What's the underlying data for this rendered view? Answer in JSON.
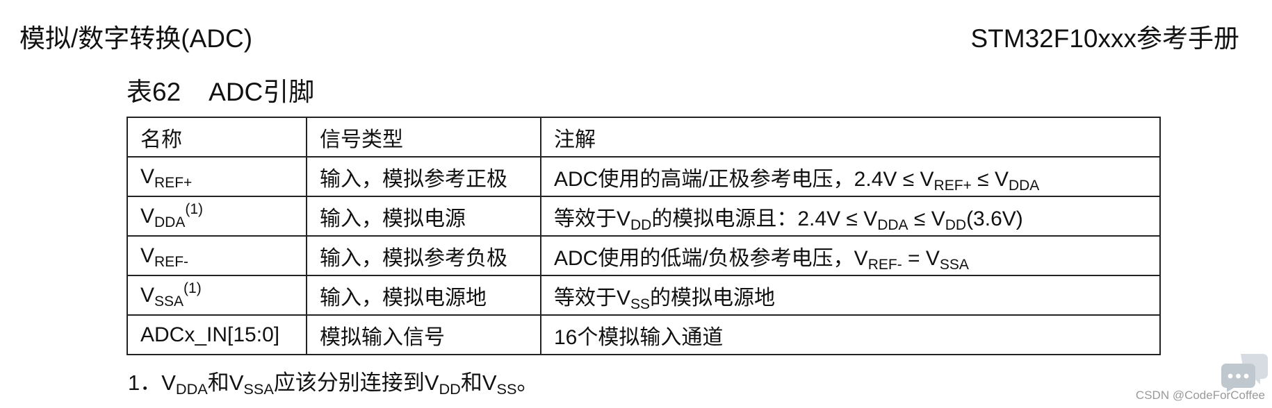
{
  "header": {
    "left_title": "模拟/数字转换(ADC)",
    "right_title": "STM32F10xxx参考手册"
  },
  "table_caption": {
    "number": "表62",
    "title": "ADC引脚"
  },
  "table": {
    "headers": [
      "名称",
      "信号类型",
      "注解"
    ],
    "rows": [
      {
        "name": {
          "base": "V",
          "sub": "REF+",
          "sup": ""
        },
        "type": "输入，模拟参考正极",
        "note": {
          "t1": "ADC使用的高端/正极参考电压，2.4V ≤ V",
          "s1": "REF+",
          "t2": " ≤ V",
          "s2": "DDA",
          "t3": ""
        }
      },
      {
        "name": {
          "base": "V",
          "sub": "DDA",
          "sup": "(1)"
        },
        "type": "输入，模拟电源",
        "note": {
          "t1": "等效于V",
          "s1": "DD",
          "t2": "的模拟电源且：2.4V ≤ V",
          "s2": "DDA",
          "t3": " ≤ V",
          "s3": "DD",
          "t4": "(3.6V)"
        }
      },
      {
        "name": {
          "base": "V",
          "sub": "REF-",
          "sup": ""
        },
        "type": "输入，模拟参考负极",
        "note": {
          "t1": "ADC使用的低端/负极参考电压，V",
          "s1": "REF-",
          "t2": " = V",
          "s2": "SSA",
          "t3": ""
        }
      },
      {
        "name": {
          "base": "V",
          "sub": "SSA",
          "sup": "(1)"
        },
        "type": "输入，模拟电源地",
        "note": {
          "t1": "等效于V",
          "s1": "SS",
          "t2": "的模拟电源地"
        }
      },
      {
        "name": {
          "base": "ADCx_IN[15:0]",
          "sub": "",
          "sup": ""
        },
        "type": "模拟输入信号",
        "note": {
          "t1": "16个模拟输入通道"
        }
      }
    ]
  },
  "footnote": {
    "t1": "1．V",
    "s1": "DDA",
    "t2": "和V",
    "s2": "SSA",
    "t3": "应该分别连接到V",
    "s3": "DD",
    "t4": "和V",
    "s4": "SS",
    "t5": "。"
  },
  "watermark": "CSDN @CodeForCoffee",
  "icons": {
    "chat": "chat-bubble-icon"
  },
  "colors": {
    "watermark": "#9a9a9a",
    "icon": "#bfc7cf",
    "border": "#222222"
  }
}
